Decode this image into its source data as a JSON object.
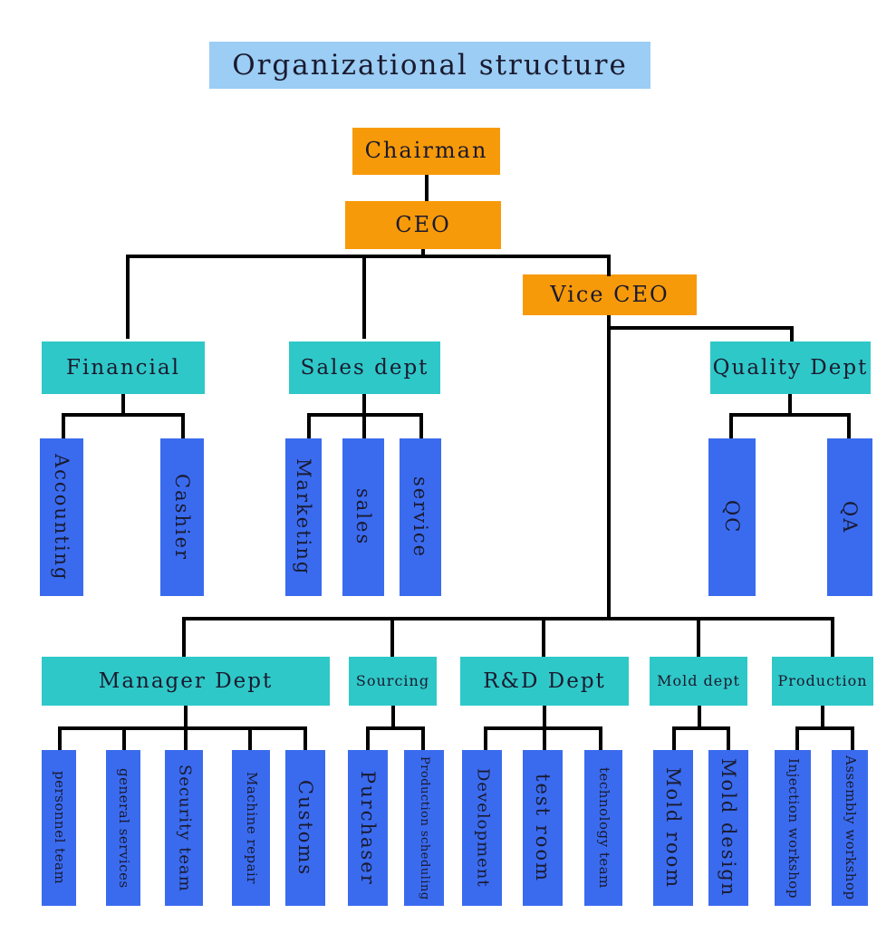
{
  "diagram": {
    "title": "Organizational structure",
    "type": "org-chart",
    "colors": {
      "title_box": "#9BCDF5",
      "executive_box": "#F79A09",
      "department_box": "#2FC8C8",
      "unit_box": "#3A6BEF",
      "connector": "#000000",
      "background": "#FFFFFF",
      "text": "#1A1A2E"
    },
    "executives": {
      "chairman": "Chairman",
      "ceo": "CEO",
      "vice_ceo": "Vice CEO"
    },
    "departments": {
      "financial": "Financial",
      "sales": "Sales dept",
      "quality": "Quality Dept",
      "manager": "Manager Dept",
      "sourcing": "Sourcing",
      "rnd": "R&D Dept",
      "mold": "Mold dept",
      "production": "Production"
    },
    "units": {
      "financial": [
        "Accounting",
        "Cashier"
      ],
      "sales": [
        "Marketing",
        "sales",
        "service"
      ],
      "quality": [
        "QC",
        "QA"
      ],
      "manager": [
        "personnel team",
        "general services",
        "Security team",
        "Machine repair",
        "Customs"
      ],
      "sourcing": [
        "Purchaser",
        "Production scheduling"
      ],
      "rnd": [
        "Development",
        "test room",
        "technology team"
      ],
      "mold": [
        "Mold room",
        "Mold design"
      ],
      "production": [
        "Injection workshop",
        "Assembly workshop"
      ]
    },
    "hierarchy": {
      "root": "Chairman",
      "edges": [
        [
          "Chairman",
          "CEO"
        ],
        [
          "CEO",
          "Financial"
        ],
        [
          "CEO",
          "Sales dept"
        ],
        [
          "CEO",
          "Vice CEO"
        ],
        [
          "Vice CEO",
          "Quality Dept"
        ],
        [
          "Vice CEO",
          "Manager Dept"
        ],
        [
          "Vice CEO",
          "Sourcing"
        ],
        [
          "Vice CEO",
          "R&D Dept"
        ],
        [
          "Vice CEO",
          "Mold dept"
        ],
        [
          "Vice CEO",
          "Production"
        ]
      ]
    }
  }
}
